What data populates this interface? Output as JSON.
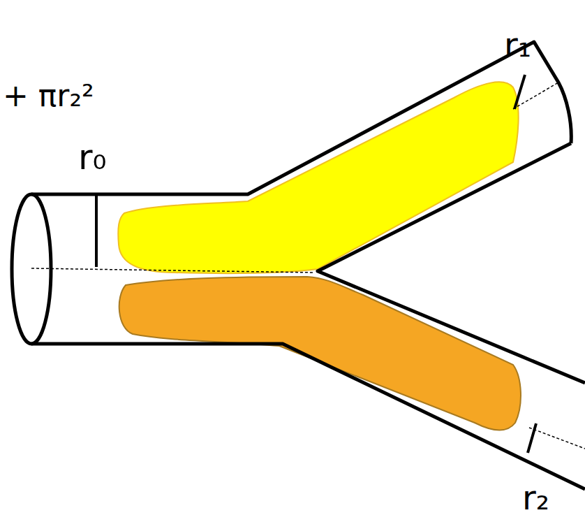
{
  "diagram": {
    "labels": [
      "+ πr₂²",
      "r₁",
      "r₀",
      "r₂"
    ]
  }
}
